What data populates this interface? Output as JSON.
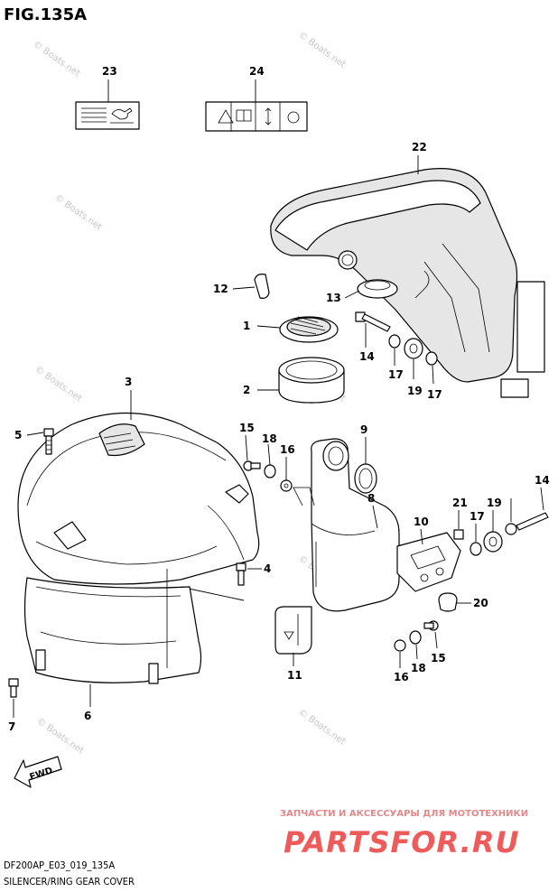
{
  "figure": {
    "title": "FIG.135A",
    "model_code": "DF200AP_E03_019_135A",
    "caption": "SILENCER/RING GEAR COVER"
  },
  "callouts": {
    "c1": "1",
    "c2": "2",
    "c3": "3",
    "c4": "4",
    "c5": "5",
    "c6": "6",
    "c7": "7",
    "c8": "8",
    "c9": "9",
    "c10": "10",
    "c11": "11",
    "c12": "12",
    "c13": "13",
    "c14a": "14",
    "c14b": "14",
    "c15a": "15",
    "c15b": "15",
    "c16a": "16",
    "c16b": "16",
    "c17a": "17",
    "c17b": "17",
    "c17c": "17",
    "c18a": "18",
    "c18b": "18",
    "c19a": "19",
    "c19b": "19",
    "c20": "20",
    "c21": "21",
    "c22": "22",
    "c23": "23",
    "c24": "24"
  },
  "watermark": "© Boats.net",
  "fwd_label": "FWD",
  "promo": {
    "tagline": "ЗАПЧАСТИ И АКСЕССУАРЫ ДЛЯ МОТОТЕХНИКИ",
    "brand": "PARTSFOR.RU"
  },
  "colors": {
    "promo_red": "#ef5a5a",
    "watermark_grey": "#c8c8c8"
  }
}
